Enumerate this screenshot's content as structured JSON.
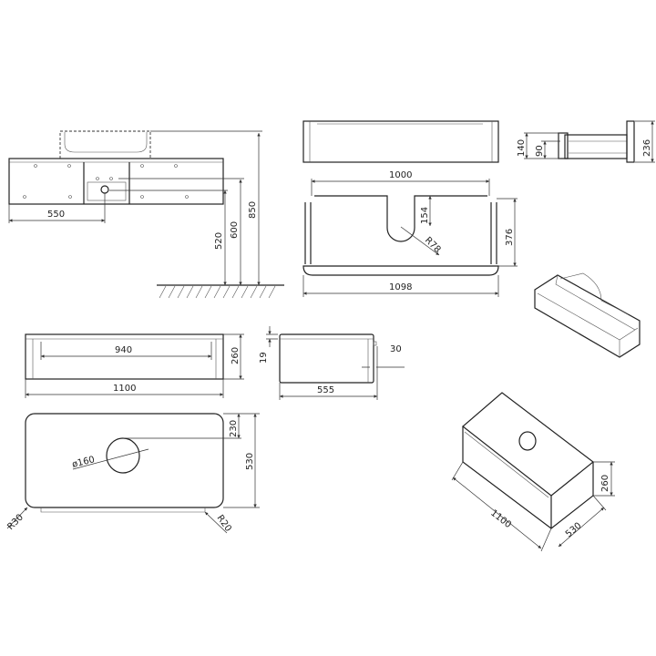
{
  "front_elevation": {
    "dims": {
      "offset": "550",
      "h1": "520",
      "h2": "600",
      "h3": "850"
    }
  },
  "plan_cutout": {
    "dims": {
      "width": "1000",
      "depth": "154",
      "radius": "R78",
      "height": "376",
      "total": "1098"
    }
  },
  "side_drawer": {
    "dims": {
      "a": "140",
      "b": "90",
      "c": "236"
    }
  },
  "front_view": {
    "dims": {
      "inner": "940",
      "height": "260",
      "width": "1100"
    }
  },
  "side_view": {
    "dims": {
      "top": "19",
      "lip": "30",
      "depth": "555"
    }
  },
  "top_view": {
    "dims": {
      "hole": "ø160",
      "offset": "230",
      "depth": "530",
      "r1": "R30",
      "r2": "R20"
    }
  },
  "iso_view": {
    "dims": {
      "width": "1100",
      "depth": "530",
      "height": "260"
    }
  },
  "colors": {
    "line": "#222222",
    "background": "#ffffff"
  }
}
